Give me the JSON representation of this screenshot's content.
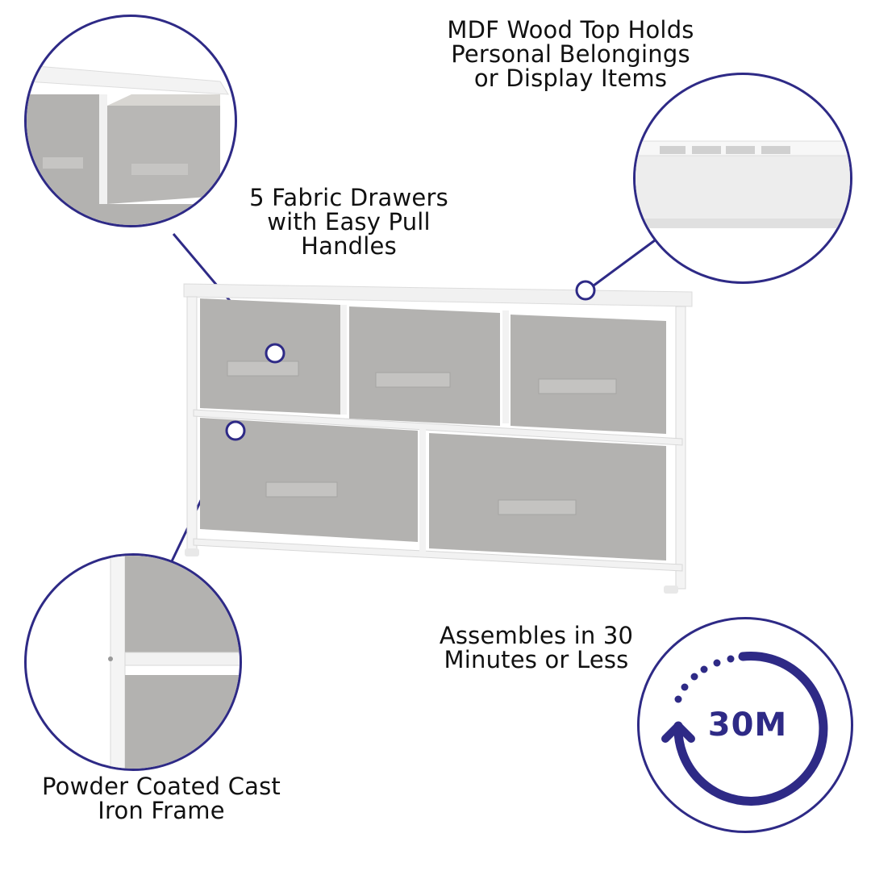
{
  "infographic": {
    "accent_color": "#2e2a86",
    "callouts": [
      {
        "id": "top",
        "text": "MDF Wood Top Holds\nPersonal Belongings\nor Display Items"
      },
      {
        "id": "drawers",
        "text": "5 Fabric Drawers\nwith Easy Pull\nHandles"
      },
      {
        "id": "assembly",
        "text": "Assembles in 30\nMinutes or Less"
      },
      {
        "id": "frame",
        "text": "Powder Coated Cast\nIron Frame"
      }
    ],
    "badge": {
      "text": "30M",
      "icon": "clockwise-timer-icon"
    },
    "product": {
      "name": "5-drawer fabric storage dresser",
      "drawer_count": 5,
      "frame_color": "white",
      "drawer_color": "gray"
    }
  }
}
